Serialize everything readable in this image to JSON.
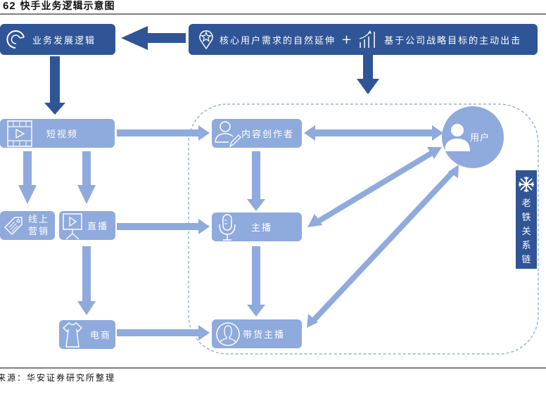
{
  "figure": {
    "number": "62",
    "title": "快手业务逻辑示意图",
    "source": "来源：华安证券研究所整理"
  },
  "header": {
    "logic_box": {
      "label": "业务发展逻辑",
      "icon": "refresh-arc-icon"
    },
    "strategy_box": {
      "left_text": "核心用户需求的自然延伸",
      "connector": "+",
      "right_text": "基于公司战略目标的主动出击",
      "icons": [
        "location-star-icon",
        "growth-chart-icon"
      ]
    }
  },
  "nodes": {
    "short_video": {
      "label": "短视频",
      "icon": "film-play-icon"
    },
    "online_marketing": {
      "label_line1": "线上",
      "label_line2": "营销",
      "icon": "price-tag-icon"
    },
    "live": {
      "label": "直播",
      "icon": "presentation-board-icon"
    },
    "ecommerce": {
      "label": "电商",
      "icon": "dress-icon"
    },
    "creator": {
      "label": "内容创作者",
      "icon": "user-edit-icon"
    },
    "host": {
      "label": "主播",
      "icon": "microphone-icon"
    },
    "sales_host": {
      "label": "带货主播",
      "icon": "user-portrait-icon"
    },
    "user": {
      "label": "用户",
      "icon": "user-icon"
    }
  },
  "side_label": {
    "icon": "snowflake-icon",
    "chars": [
      "老",
      "铁",
      "关",
      "系",
      "链"
    ]
  },
  "colors": {
    "dark_blue": "#2f5597",
    "light_blue": "#8faadc",
    "dashed_border": "#7fa7c9"
  }
}
